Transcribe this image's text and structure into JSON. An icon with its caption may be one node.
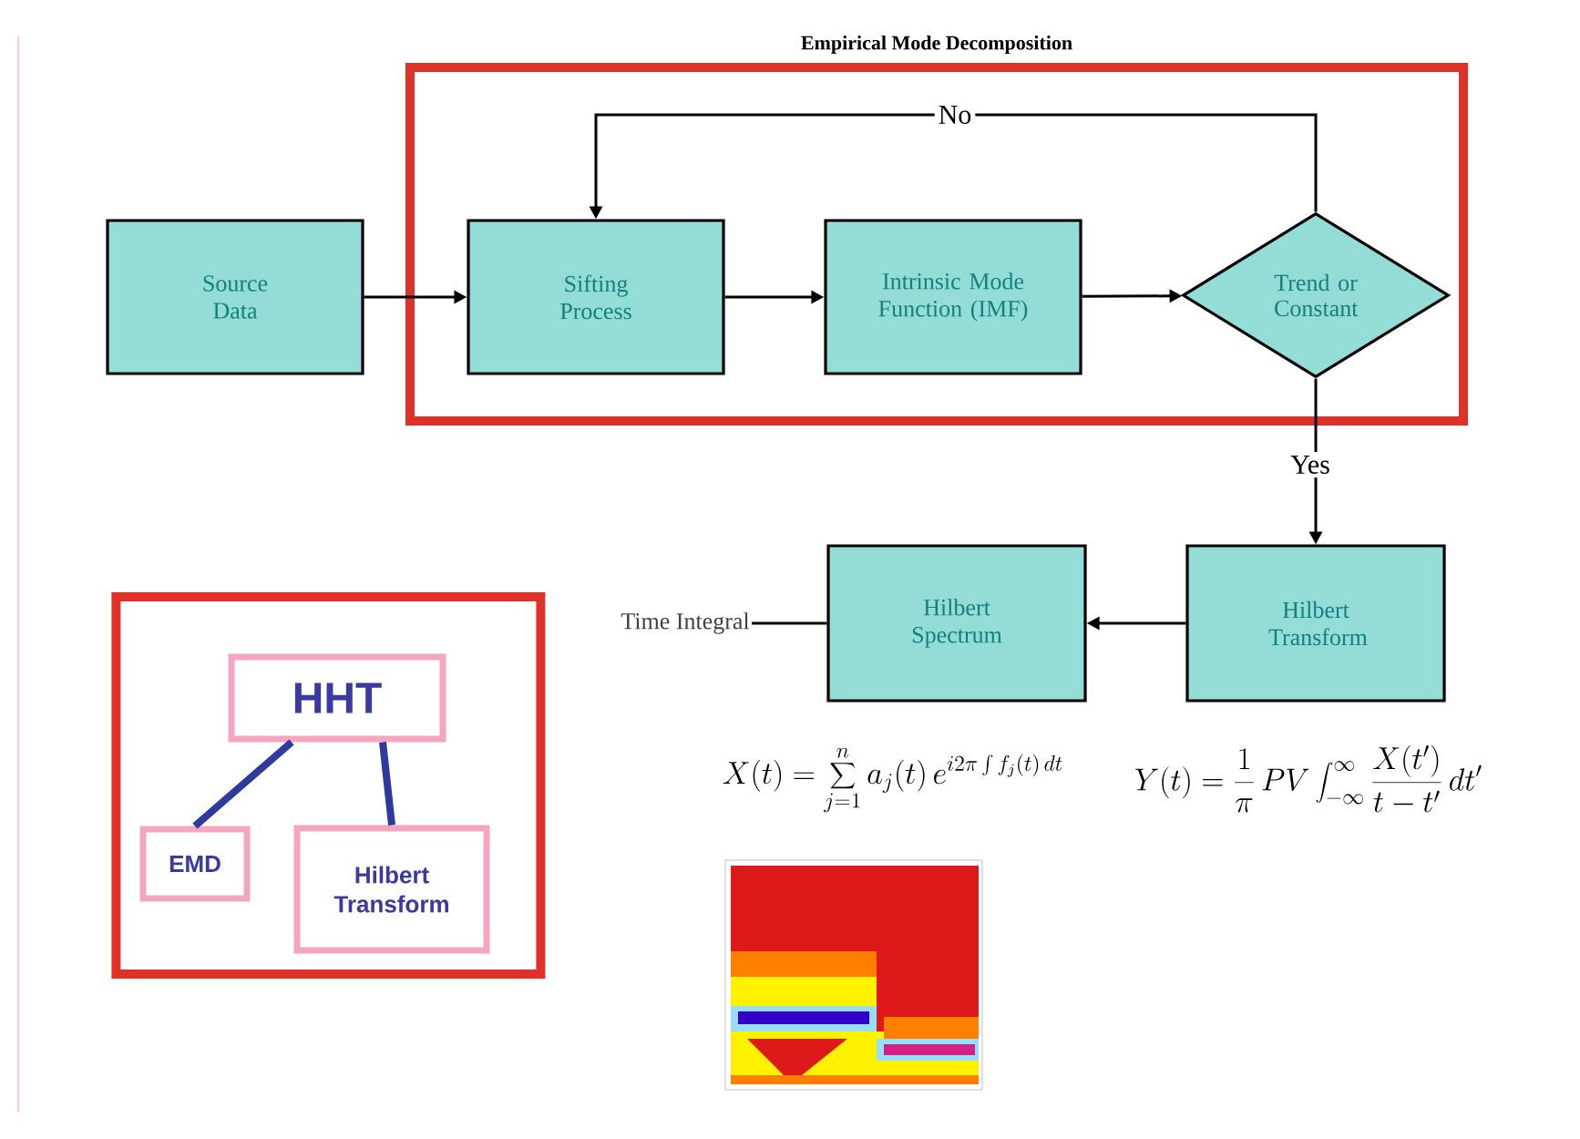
{
  "diagram": {
    "nodes": [
      {
        "text": [
          "Empirical Mode Decomposition"
        ]
      },
      {
        "text": [
          "Source Data"
        ]
      },
      {
        "text": [
          "Sifting Process"
        ],
        "in": 0
      },
      {
        "text": [
          "Intrinsic Mode Function (IMF)"
        ],
        "in": 0
      },
      {
        "text": [
          "Trend or Constant"
        ],
        "in": 0
      },
      {
        "text": [
          "Hilbert Transform"
        ]
      },
      {
        "text": [
          "Hilbert Spectrum"
        ]
      },
      {
        "text": [
          "Time Integral"
        ]
      },
      {
        "text": [],
        "shape": "box"
      },
      {
        "text": [
          "HHT"
        ],
        "in": 8
      },
      {
        "text": [
          "EMD"
        ],
        "in": 8
      },
      {
        "text": [
          "Hilbert Transform"
        ],
        "in": 8
      }
    ],
    "edges": [
      {
        "from": 1,
        "to": 2,
        "arrow": "to"
      },
      {
        "from": 2,
        "to": 3,
        "arrow": "to"
      },
      {
        "from": 3,
        "to": 4,
        "arrow": "to"
      },
      {
        "from": 4,
        "to": 2,
        "arrow": "to",
        "label": "No"
      },
      {
        "from": 4,
        "to": 5,
        "arrow": "to",
        "label": "Yes"
      },
      {
        "from": 5,
        "to": 6,
        "arrow": "to"
      },
      {
        "from": 6,
        "to": 7,
        "arrow": "none"
      },
      {
        "from": 9,
        "to": 10,
        "arrow": "none",
        "style": "thick",
        "color": "#2e3a9e"
      },
      {
        "from": 9,
        "to": 11,
        "arrow": "none",
        "style": "thick",
        "color": "#2e3a9e"
      }
    ],
    "labels": [
      "X(t) = \\sum_{j=1}^{n} a_j(t)\\, e^{i2\\pi\\int f_j(t)\\,dt}",
      "Y(t) = \\frac{1}{\\pi}\\, PV \\int_{-\\infty}^{\\infty} \\frac{X(t')}{t-t'}\\,dt'"
    ]
  }
}
